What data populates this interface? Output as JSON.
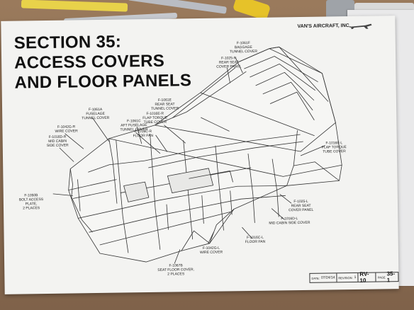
{
  "title_lines": [
    "SECTION 35:",
    "ACCESS COVERS",
    "AND FLOOR PANELS"
  ],
  "brand": "VAN'S AIRCRAFT, INC.",
  "callouts": {
    "c1": [
      "F-1061F",
      "BAGGAGE",
      "TUNNEL COVER"
    ],
    "c2": [
      "F-1025-R",
      "REAR SEAT",
      "COVER PANEL"
    ],
    "c3": [
      "F-1061E",
      "REAR SEAT",
      "TUNNEL COVER"
    ],
    "c4": [
      "F-1016E-R",
      "FLAP TORQUE",
      "TUBE COVER"
    ],
    "c5": [
      "F-1061A",
      "FUSELAGE",
      "TUNNEL COVER"
    ],
    "c6": [
      "F-1061C",
      "AFT FUSELAGE",
      "TUNNEL COVER"
    ],
    "c7": [
      "F-1042G-R",
      "WIRE COVER"
    ],
    "c8": [
      "F-1016C-R",
      "FLOOR PAN"
    ],
    "c9": [
      "F-1016D-R",
      "MID CABIN",
      "SIDE COVER"
    ],
    "c10": [
      "F-1016E-L",
      "FLAP TORQUE",
      "TUBE COVER"
    ],
    "c11": [
      "F-1050B",
      "BOLT ACCESS",
      "PLATE,",
      "2 PLACES"
    ],
    "c12": [
      "F-1025-L",
      "REAR SEAT",
      "COVER PANEL"
    ],
    "c13": [
      "F-1016D-L",
      "MID CABIN SIDE COVER"
    ],
    "c14": [
      "F-1016C-L",
      "FLOOR PAN"
    ],
    "c15": [
      "F-1042G-L",
      "WIRE COVER"
    ],
    "c16": [
      "F-1067B",
      "SEAT FLOOR COVER,",
      "2 PLACES"
    ]
  },
  "title_block": {
    "date_label": "DATE:",
    "date": "07/24/14",
    "rev_label": "REVISION:",
    "rev": "1",
    "model": "RV-10",
    "page_label": "PAGE",
    "page": "35-1"
  }
}
